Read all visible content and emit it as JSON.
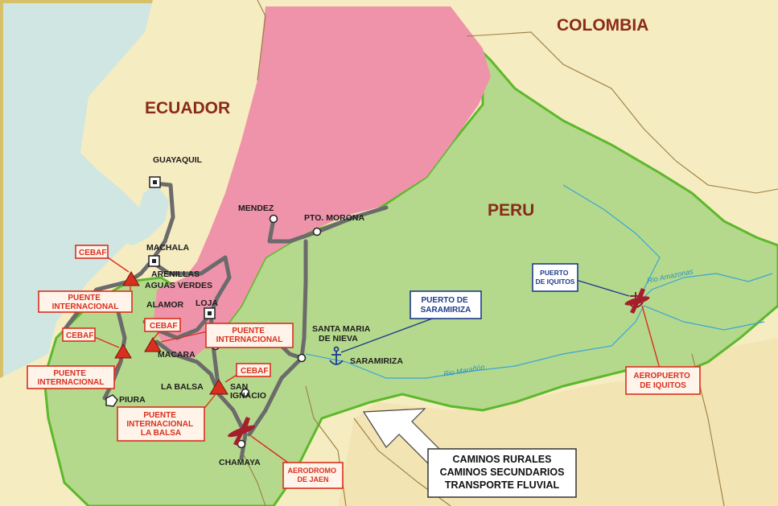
{
  "map": {
    "countries": {
      "colombia": "COLOMBIA",
      "ecuador": "ECUADOR",
      "peru": "PERU"
    },
    "cities": {
      "guayaquil": "GUAYAQUIL",
      "machala": "MACHALA",
      "arenillas": "ARENILLAS",
      "aguas_verdes": "AGUAS VERDES",
      "alamor": "ALAMOR",
      "loja": "LOJA",
      "macara": "MACARA",
      "la_balsa": "LA BALSA",
      "san_ignacio": [
        "SAN",
        "IGNACIO"
      ],
      "piura": "PIURA",
      "chamaya": "CHAMAYA",
      "mendez": "MENDEZ",
      "pto_morona": "PTO. MORONA",
      "santa_maria_de_nieva": [
        "SANTA MARIA",
        "DE NIEVA"
      ],
      "saramiriza": "SARAMIRIZA"
    },
    "callouts": {
      "cebaf_1": "CEBAF",
      "cebaf_2": "CEBAF",
      "cebaf_3": "CEBAF",
      "cebaf_4": "CEBAF",
      "puente_internacional_1": [
        "PUENTE",
        "INTERNACIONAL"
      ],
      "puente_internacional_2": [
        "PUENTE",
        "INTERNACIONAL"
      ],
      "puente_internacional_3": [
        "PUENTE",
        "INTERNACIONAL"
      ],
      "puente_internacional_la_balsa": [
        "PUENTE",
        "INTERNACIONAL",
        "LA BALSA"
      ],
      "puerto_de_saramiriza": [
        "PUERTO DE",
        "SARAMIRIZA"
      ],
      "puerto_de_iquitos": [
        "PUERTO",
        "DE IQUITOS"
      ],
      "aeropuerto_de_iquitos": [
        "AEROPUERTO",
        "DE IQUITOS"
      ],
      "aerodromo_de_jaen": [
        "AERODROMO",
        "DE JAEN"
      ]
    },
    "rivers": {
      "maranon": "Rio Marañón",
      "amazonas": "Rio Amazonas"
    },
    "legend": [
      "CAMINOS RURALES",
      "CAMINOS SECUNDARIOS",
      "TRANSPORTE FLUVIAL"
    ],
    "colors": {
      "sea": "#cfe6e3",
      "ecuador": "#f6ecc1",
      "colombia": "#f3e6b6",
      "zone_pink": "#ee93a9",
      "peru_green": "#b5d98c",
      "peru_south": "#f3e4b4",
      "border_green": "#5cb82c",
      "road": "#6b6b6b",
      "callout_red": "#d8301e",
      "callout_blue": "#1e3b8c",
      "river": "#38a5d6"
    }
  }
}
